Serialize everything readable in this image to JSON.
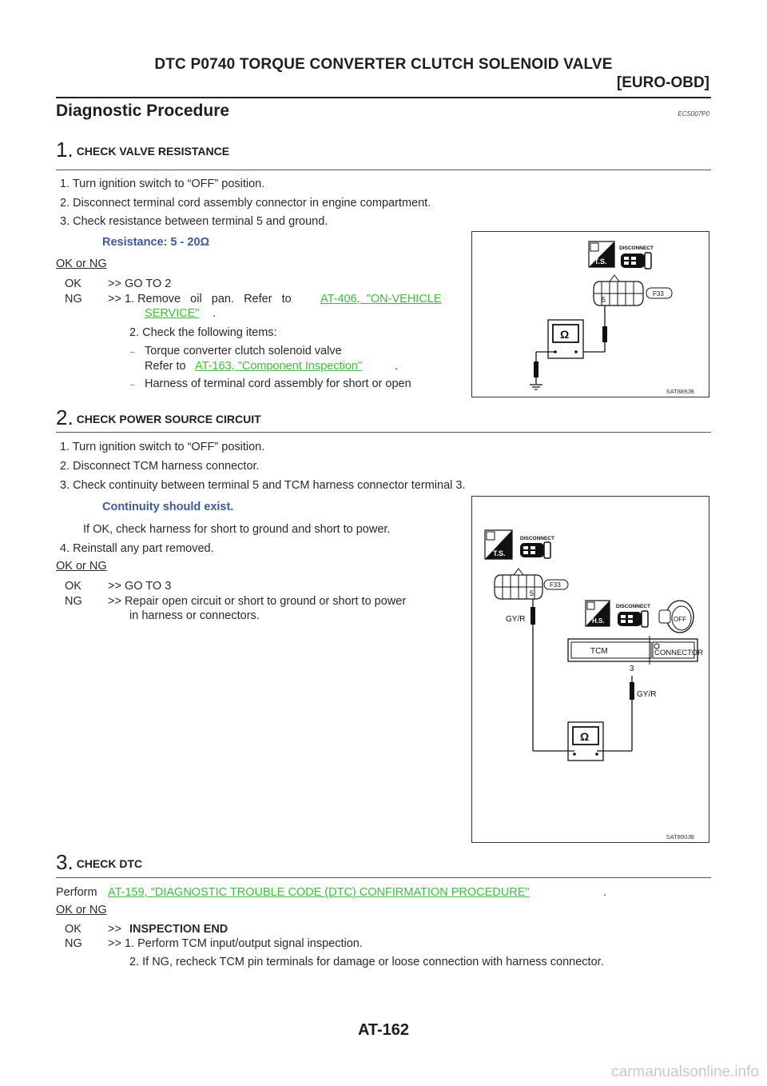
{
  "header": {
    "title": "DTC P0740 TORQUE CONVERTER CLUTCH SOLENOID VALVE",
    "subtitle": "[EURO-OBD]"
  },
  "section": {
    "title": "Diagnostic Procedure",
    "code": "ECS007P0"
  },
  "step1": {
    "num": "1.",
    "title": "CHECK VALVE RESISTANCE",
    "items": [
      "1.   Turn ignition switch to “OFF” position.",
      "2.   Disconnect terminal cord assembly connector in engine compartment.",
      "3.   Check resistance between terminal 5 and ground."
    ],
    "spec": "Resistance: 5 - 20Ω",
    "okng": "OK or NG",
    "ok_label": "OK",
    "ok_text": ">> GO TO 2",
    "ng_label": "NG",
    "ng_text_pre": ">> 1. Remove   oil   pan.   Refer   to",
    "ng_link1": "AT-406,  \"ON-VEHICLE",
    "ng_link1b": "SERVICE\"",
    "ng_link1_tail": ".",
    "ng_item2": "2. Check the following items:",
    "sub1a": "Torque converter clutch solenoid valve",
    "sub1b_pre": "Refer to",
    "sub1b_link": "AT-163, \"Component Inspection\"",
    "sub1b_tail": ".",
    "sub2": "Harness of terminal cord assembly for short or open",
    "dash": "–",
    "figure": {
      "caption": "SAT889JB",
      "disconnect": "DISCONNECT",
      "ts": "T.S.",
      "pin": "5",
      "conn": "F33",
      "ohm": "Ω"
    }
  },
  "step2": {
    "num": "2.",
    "title": "CHECK POWER SOURCE CIRCUIT",
    "items": [
      "1.   Turn ignition switch to “OFF” position.",
      "2.   Disconnect TCM harness connector.",
      "3.   Check continuity between terminal 5 and TCM harness connector terminal 3."
    ],
    "spec": "Continuity should exist.",
    "note": "If OK, check harness for short to ground and short to power.",
    "item4": "4.   Reinstall any part removed.",
    "okng": "OK or NG",
    "ok_label": "OK",
    "ok_text": ">> GO TO 3",
    "ng_label": "NG",
    "ng_text1": ">> Repair open circuit or short to ground or short to power",
    "ng_text2": "in harness or connectors.",
    "figure": {
      "caption": "SAT890JB",
      "disconnect1": "DISCONNECT",
      "ts": "T.S.",
      "disconnect2": "DISCONNECT",
      "hs": "H.S.",
      "off": "OFF",
      "pin5": "5",
      "conn": "F33",
      "wire1": "GY/R",
      "tcm": "TCM",
      "connector": "CONNECTOR",
      "pin3": "3",
      "wire2": "GY/R",
      "ohm": "Ω"
    }
  },
  "step3": {
    "num": "3.",
    "title": "CHECK DTC",
    "perform_pre": "Perform",
    "perform_link": "AT-159, \"DIAGNOSTIC TROUBLE CODE (DTC) CONFIRMATION PROCEDURE\"",
    "perform_tail": ".",
    "okng": "OK or NG",
    "ok_label": "OK",
    "ok_arrow": ">>",
    "ok_text": "INSPECTION END",
    "ng_label": "NG",
    "ng_text1": ">> 1. Perform TCM input/output signal inspection.",
    "ng_text2": "2. If NG, recheck TCM pin terminals for damage or loose connection with harness connector."
  },
  "footer": {
    "page": "AT-162"
  },
  "watermark": "carmanualsonline.info"
}
